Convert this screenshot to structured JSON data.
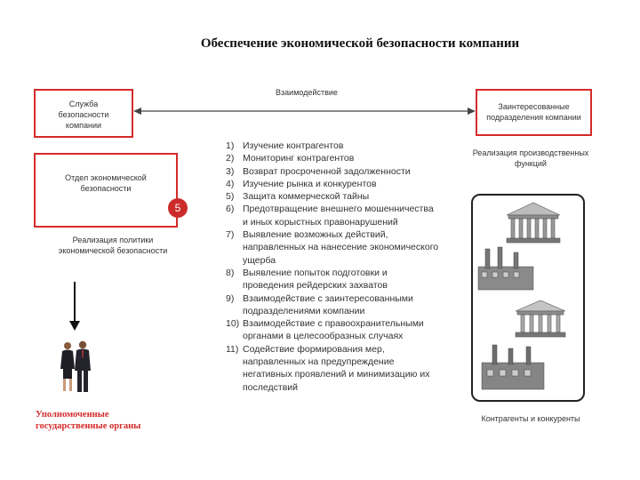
{
  "title": "Обеспечение экономической безопасности компании",
  "interaction_label": "Взаимодействие",
  "left_box": {
    "label": "Служба безопасности компании"
  },
  "right_box": {
    "label": "Заинтересованные подразделения компании"
  },
  "dept_box": {
    "label": "Отдел экономической безопасности"
  },
  "badge": {
    "value": "5"
  },
  "policy_label": "Реализация политики экономической безопасности",
  "gov_label": "Уполномоченные государственные органы",
  "production_label": "Реализация производственных функций",
  "partners_label": "Контрагенты и конкуренты",
  "tasks": [
    {
      "num": "1)",
      "text": "Изучение контрагентов"
    },
    {
      "num": "2)",
      "text": "Мониторинг контрагентов"
    },
    {
      "num": "3)",
      "text": "Возврат просроченной задолженности"
    },
    {
      "num": "4)",
      "text": "Изучение рынка и конкурентов"
    },
    {
      "num": "5)",
      "text": "Защита коммерческой тайны"
    },
    {
      "num": "6)",
      "text": "Предотвращение внешнего мошенничества и иных корыстных правонарушений"
    },
    {
      "num": "7)",
      "text": "Выявление возможных действий, направленных на нанесение экономического ущерба"
    },
    {
      "num": "8)",
      "text": "Выявление попыток подготовки и проведения рейдерских захватов"
    },
    {
      "num": "9)",
      "text": "Взаимодействие с заинтересованными подразделениями компании"
    },
    {
      "num": "10)",
      "text": "Взаимодействие с правоохранительными органами в целесообразных случаях"
    },
    {
      "num": "11)",
      "text": "Содействие формирования мер, направленных на предупреждение негативных проявлений и минимизацию их последствий"
    }
  ],
  "colors": {
    "border": "#d42b2b",
    "badge": "#cc2b2b",
    "gov_text": "#d42b2b"
  }
}
